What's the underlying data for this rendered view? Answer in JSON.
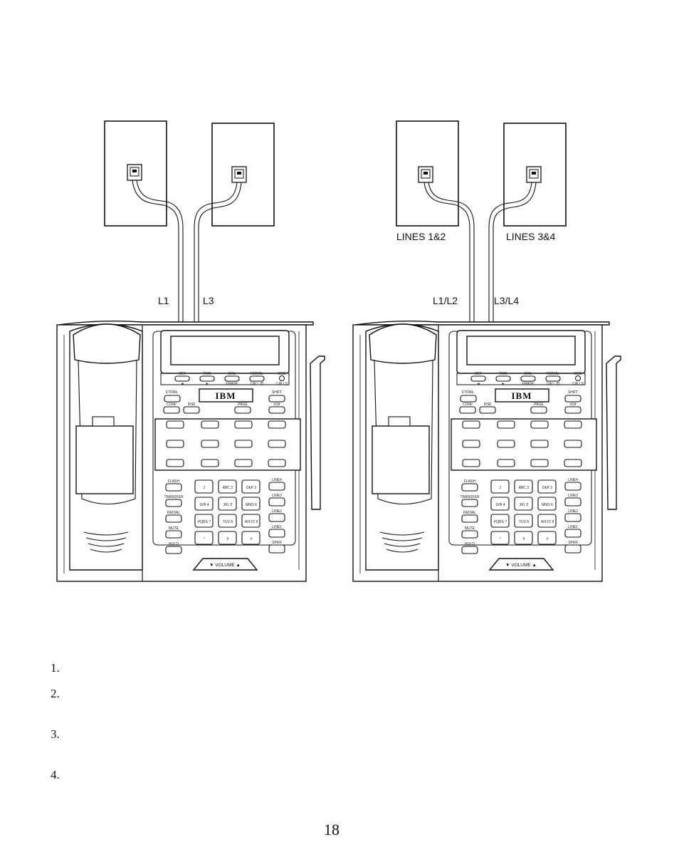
{
  "diagram": {
    "left_config": {
      "cord_labels": {
        "line_a": "L1",
        "line_b": "L3"
      }
    },
    "right_config": {
      "jack_labels": {
        "jack_a": "LINES 1&2",
        "jack_b": "LINES 3&4"
      },
      "cord_labels": {
        "line_a": "L1/L2",
        "line_b": "L3/L4"
      }
    },
    "phone": {
      "logo": "IBM",
      "volume_label": "▼  VOLUME  ▲",
      "top_keys": [
        "SET",
        "TIME",
        "DIAL",
        "REDIAL",
        "MSG"
      ],
      "top_sub_keys": [
        "◄",
        "►",
        "ERASE",
        "CALL ID",
        "CALLS"
      ],
      "left_keys": [
        "STORE",
        "CONF",
        "DND",
        "PAGE"
      ],
      "right_keys": [
        "SHIFT",
        "ICM"
      ],
      "left_column_keys": [
        "FLASH",
        "TRANSFER",
        "REDIAL",
        "MUTE",
        "HOLD"
      ],
      "right_column_keys": [
        "LINE4",
        "LINE3",
        "LINE2",
        "LINE1",
        "SPKR"
      ],
      "dial_keys": [
        "1",
        "ABC 2",
        "DEF 3",
        "GHI 4",
        "JKL 5",
        "MNO 6",
        "PQRS 7",
        "TUV 8",
        "WXYZ 9",
        "*",
        "0",
        "#"
      ]
    }
  },
  "steps": [
    {
      "number": "1."
    },
    {
      "number": "2."
    },
    {
      "number": "3."
    },
    {
      "number": "4."
    }
  ],
  "page_number": "18"
}
